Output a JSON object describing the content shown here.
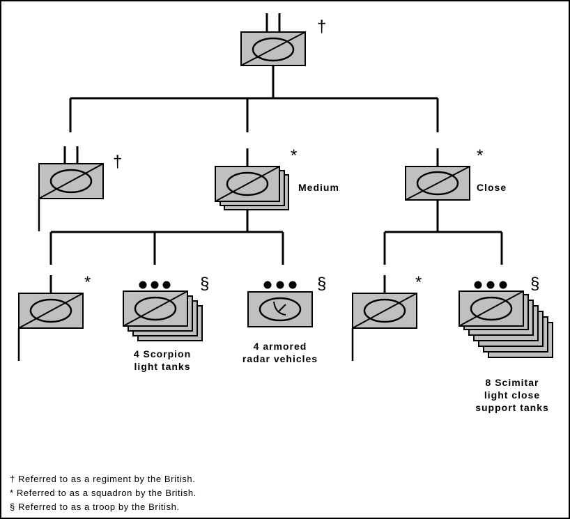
{
  "colors": {
    "unit_fill": "#c0c0c0",
    "line": "#000000",
    "background": "#ffffff"
  },
  "markers": {
    "dagger": "†",
    "asterisk": "*",
    "section": "§"
  },
  "labels": {
    "medium": "Medium",
    "close": "Close",
    "scorpion_1": "4 Scorpion",
    "scorpion_2": "light tanks",
    "radar_1": "4 armored",
    "radar_2": "radar vehicles",
    "scimitar_1": "8 Scimitar",
    "scimitar_2": "light close",
    "scimitar_3": "support tanks"
  },
  "footnotes": [
    "† Referred to as a regiment by the British.",
    "*  Referred to as a squadron by the British.",
    "§ Referred to as a troop by the British."
  ]
}
